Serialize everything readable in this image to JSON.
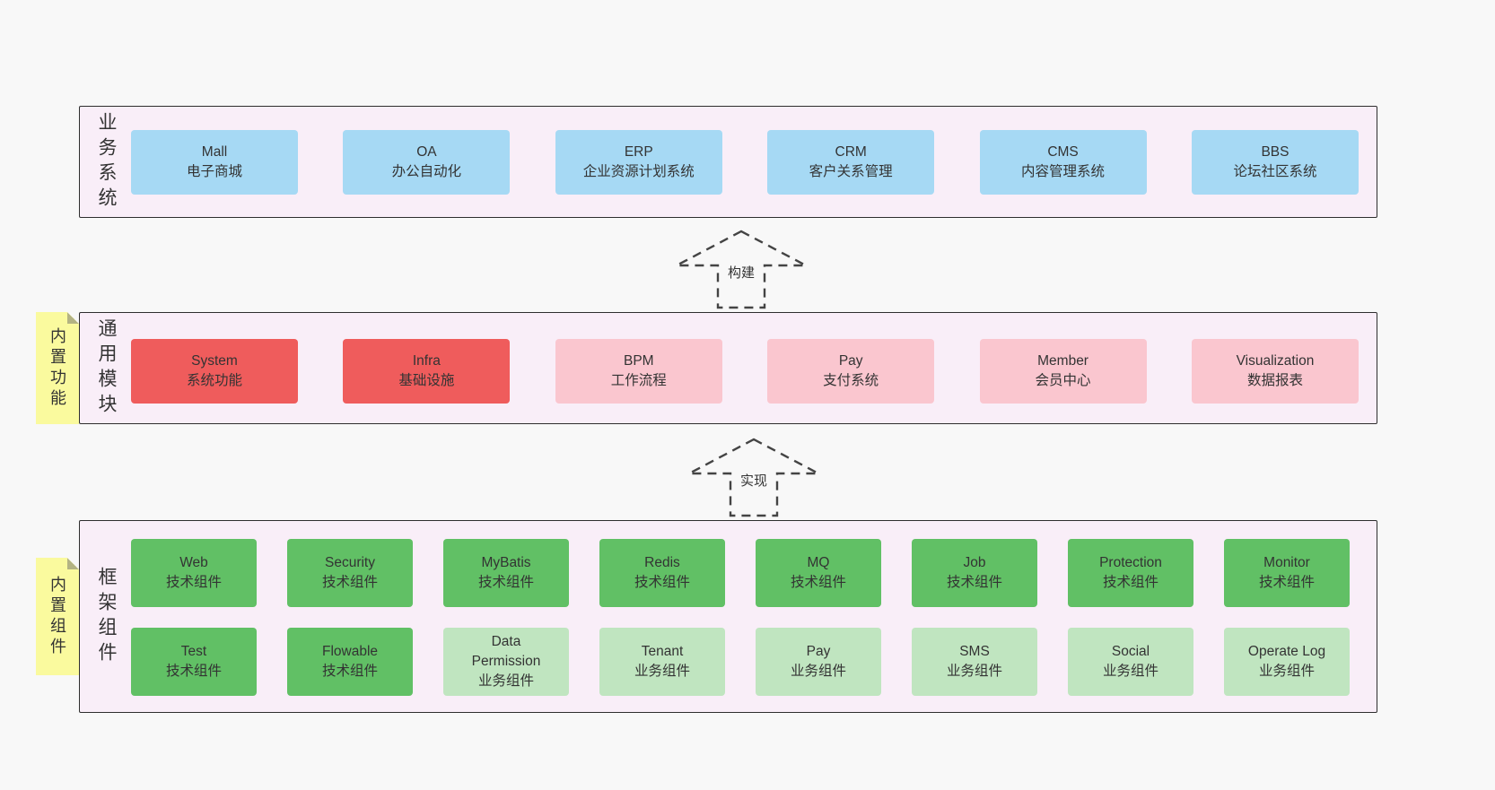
{
  "colors": {
    "page_background": "#f8f8f8",
    "section_background": "#f9eef8",
    "business_box": "#a6d9f4",
    "core_module_box": "#ef5c5c",
    "optional_module_box": "#fac6cf",
    "tech_component_box": "#61c065",
    "biz_component_box": "#c0e5c0",
    "sticky_note": "#fafa9e"
  },
  "arrows": {
    "build": {
      "label": "构建"
    },
    "implement": {
      "label": "实现"
    }
  },
  "sections": {
    "business": {
      "label": "业务系统",
      "items": [
        {
          "name": "Mall",
          "desc": "电子商城"
        },
        {
          "name": "OA",
          "desc": "办公自动化"
        },
        {
          "name": "ERP",
          "desc": "企业资源计划系统"
        },
        {
          "name": "CRM",
          "desc": "客户关系管理"
        },
        {
          "name": "CMS",
          "desc": "内容管理系统"
        },
        {
          "name": "BBS",
          "desc": "论坛社区系统"
        }
      ]
    },
    "modules": {
      "label": "通用模块",
      "sticky": "内置功能",
      "items": [
        {
          "name": "System",
          "desc": "系统功能"
        },
        {
          "name": "Infra",
          "desc": "基础设施"
        },
        {
          "name": "BPM",
          "desc": "工作流程"
        },
        {
          "name": "Pay",
          "desc": "支付系统"
        },
        {
          "name": "Member",
          "desc": "会员中心"
        },
        {
          "name": "Visualization",
          "desc": "数据报表"
        }
      ]
    },
    "components": {
      "label": "框架组件",
      "sticky": "内置组件",
      "row1": [
        {
          "name": "Web",
          "desc": "技术组件"
        },
        {
          "name": "Security",
          "desc": "技术组件"
        },
        {
          "name": "MyBatis",
          "desc": "技术组件"
        },
        {
          "name": "Redis",
          "desc": "技术组件"
        },
        {
          "name": "MQ",
          "desc": "技术组件"
        },
        {
          "name": "Job",
          "desc": "技术组件"
        },
        {
          "name": "Protection",
          "desc": "技术组件"
        },
        {
          "name": "Monitor",
          "desc": "技术组件"
        }
      ],
      "row2": [
        {
          "name": "Test",
          "desc": "技术组件"
        },
        {
          "name": "Flowable",
          "desc": "技术组件"
        },
        {
          "name": "Data\nPermission",
          "desc": "业务组件"
        },
        {
          "name": "Tenant",
          "desc": "业务组件"
        },
        {
          "name": "Pay",
          "desc": "业务组件"
        },
        {
          "name": "SMS",
          "desc": "业务组件"
        },
        {
          "name": "Social",
          "desc": "业务组件"
        },
        {
          "name": "Operate Log",
          "desc": "业务组件"
        }
      ]
    }
  }
}
